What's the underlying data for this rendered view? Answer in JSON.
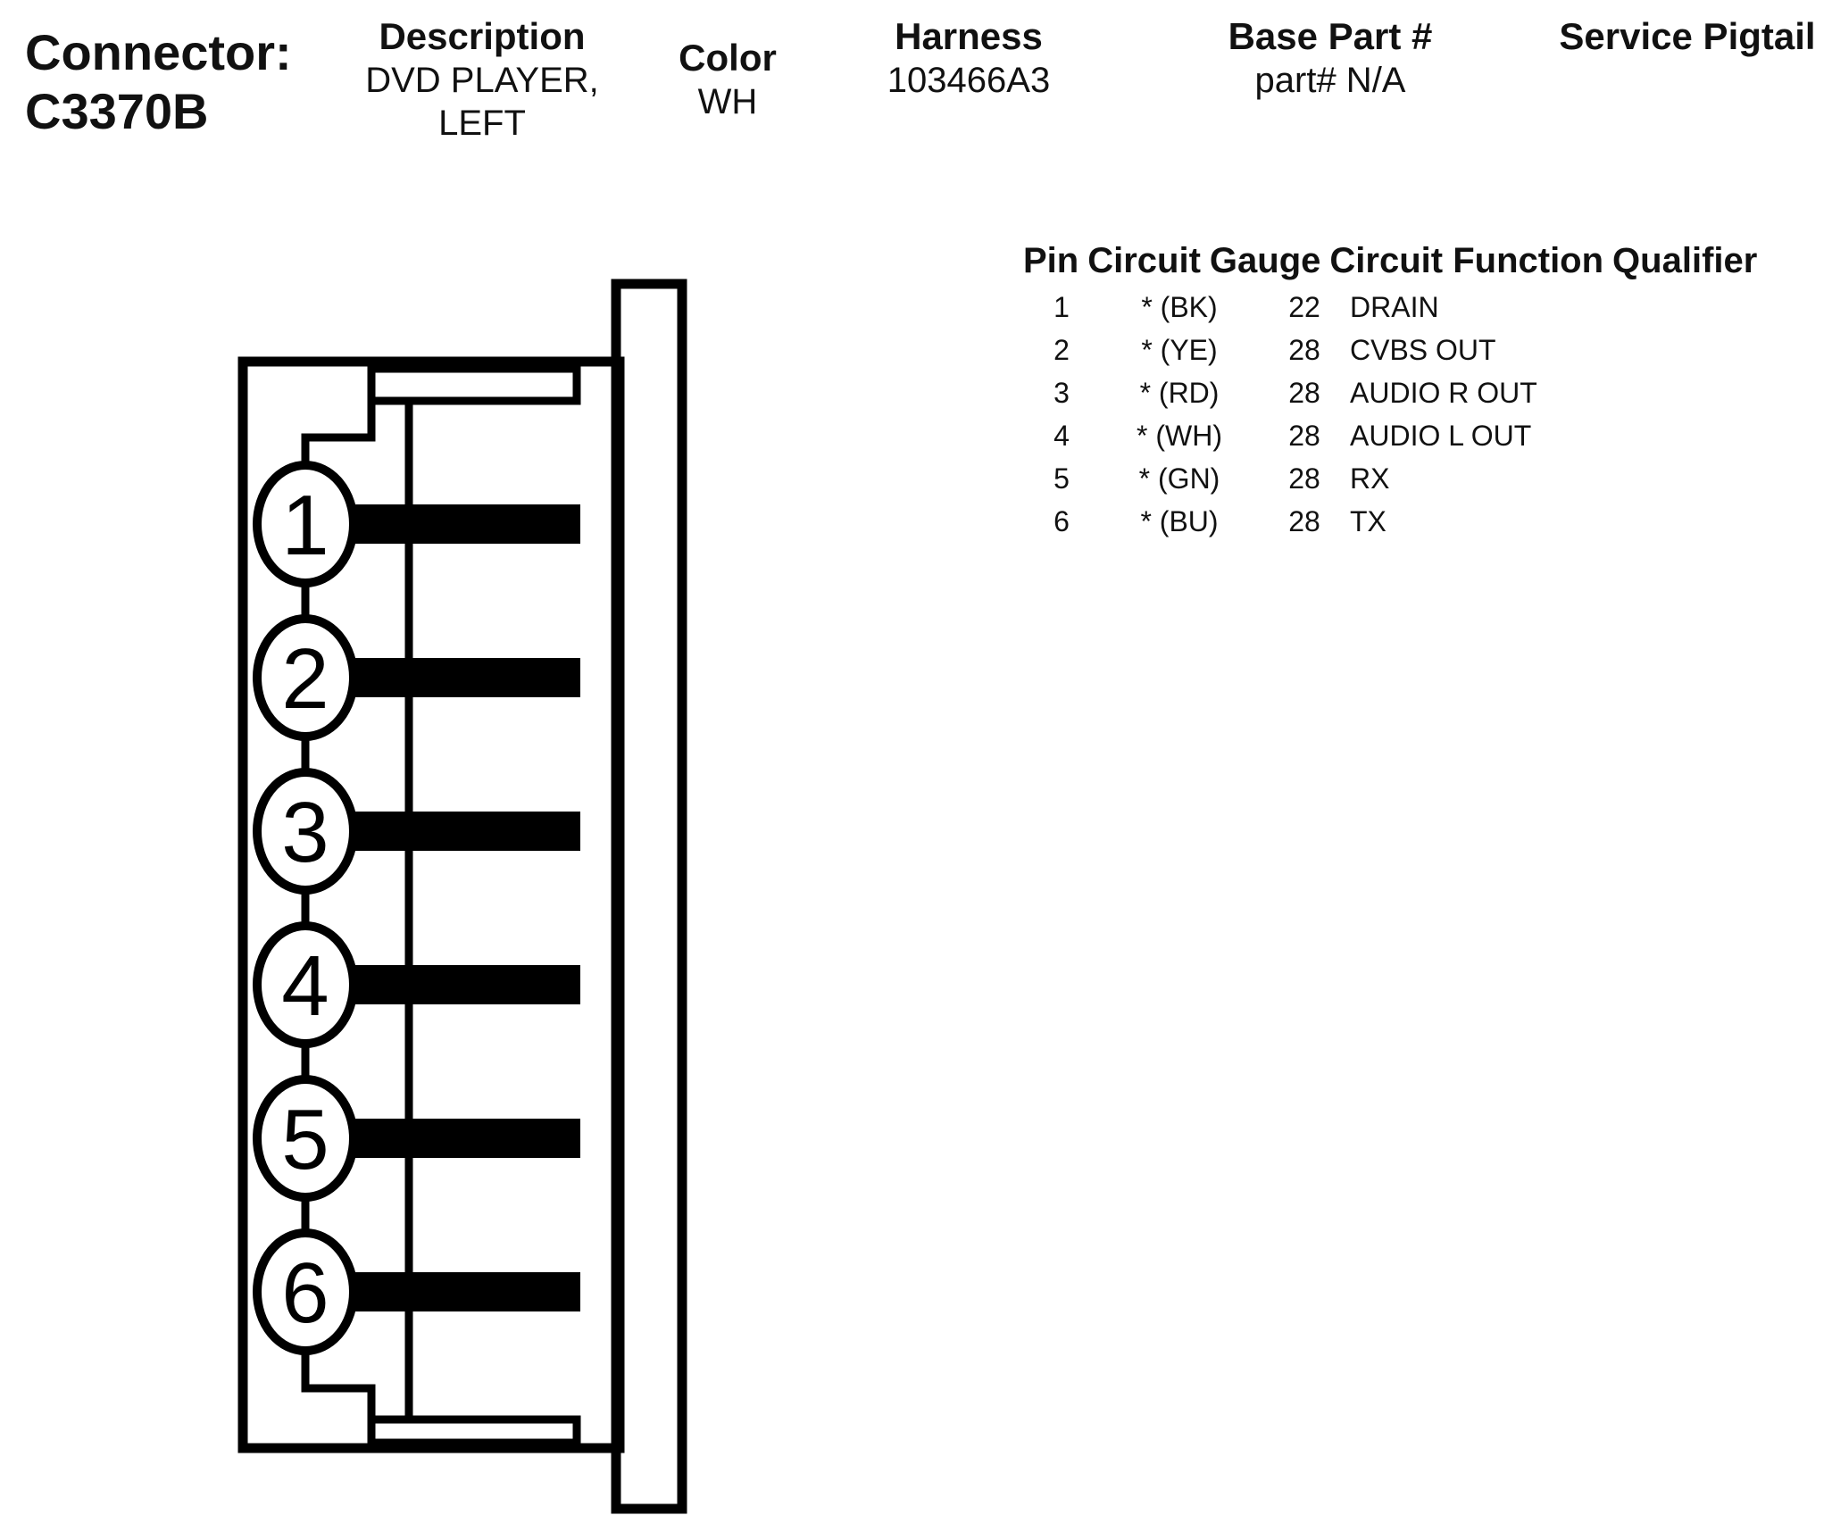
{
  "header": {
    "connector_label": "Connector:",
    "connector_id": "C3370B",
    "description_title": "Description",
    "description_line1": "DVD PLAYER,",
    "description_line2": "LEFT",
    "color_title": "Color",
    "color_value": "WH",
    "harness_title": "Harness",
    "harness_value": "103466A3",
    "base_part_title": "Base Part #",
    "base_part_value": "part# N/A",
    "service_pigtail_title": "Service Pigtail"
  },
  "table": {
    "headers": {
      "pin": "Pin",
      "circuit": "Circuit",
      "gauge": "Gauge",
      "function": "Circuit Function",
      "qualifier": "Qualifier"
    },
    "rows": [
      {
        "pin": "1",
        "circuit": "* (BK)",
        "gauge": "22",
        "function": "DRAIN"
      },
      {
        "pin": "2",
        "circuit": "* (YE)",
        "gauge": "28",
        "function": "CVBS OUT"
      },
      {
        "pin": "3",
        "circuit": "* (RD)",
        "gauge": "28",
        "function": "AUDIO R OUT"
      },
      {
        "pin": "4",
        "circuit": "* (WH)",
        "gauge": "28",
        "function": "AUDIO L OUT"
      },
      {
        "pin": "5",
        "circuit": "* (GN)",
        "gauge": "28",
        "function": "RX"
      },
      {
        "pin": "6",
        "circuit": "* (BU)",
        "gauge": "28",
        "function": "TX"
      }
    ]
  },
  "diagram": {
    "pin_labels": [
      "1",
      "2",
      "3",
      "4",
      "5",
      "6"
    ]
  }
}
